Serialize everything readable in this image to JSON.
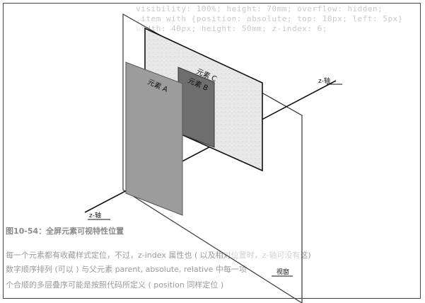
{
  "diagram": {
    "elements": {
      "a": "元素 A",
      "b": "元素 B",
      "c": "元素 C"
    },
    "axis_front": "z-轴",
    "axis_back": "z-轴",
    "viewport": "视窗"
  },
  "background_text": {
    "code_line_1": "  visibility: 100%; height: 70mm; overflow: hidden;",
    "code_line_2": "  .item with {position: absolute; top: 10px; left: 5px}",
    "code_line_3": "  width: 40px; height: 50mm; z-index: 6;",
    "caption": "图10-54：全屏元素可视特性位置",
    "para_1": "每一个元素都有收藏样式定位，不过，z-index 属性也 ( 以及相对位置时，z-轴可没有这)",
    "para_2": "数字顺序排列 (可以 ) 与父元素 parent, absolute, relative 中每一项",
    "para_3": "个合顺的多层叠序可能是按照代码所定义 ( position 同样定位 )"
  }
}
